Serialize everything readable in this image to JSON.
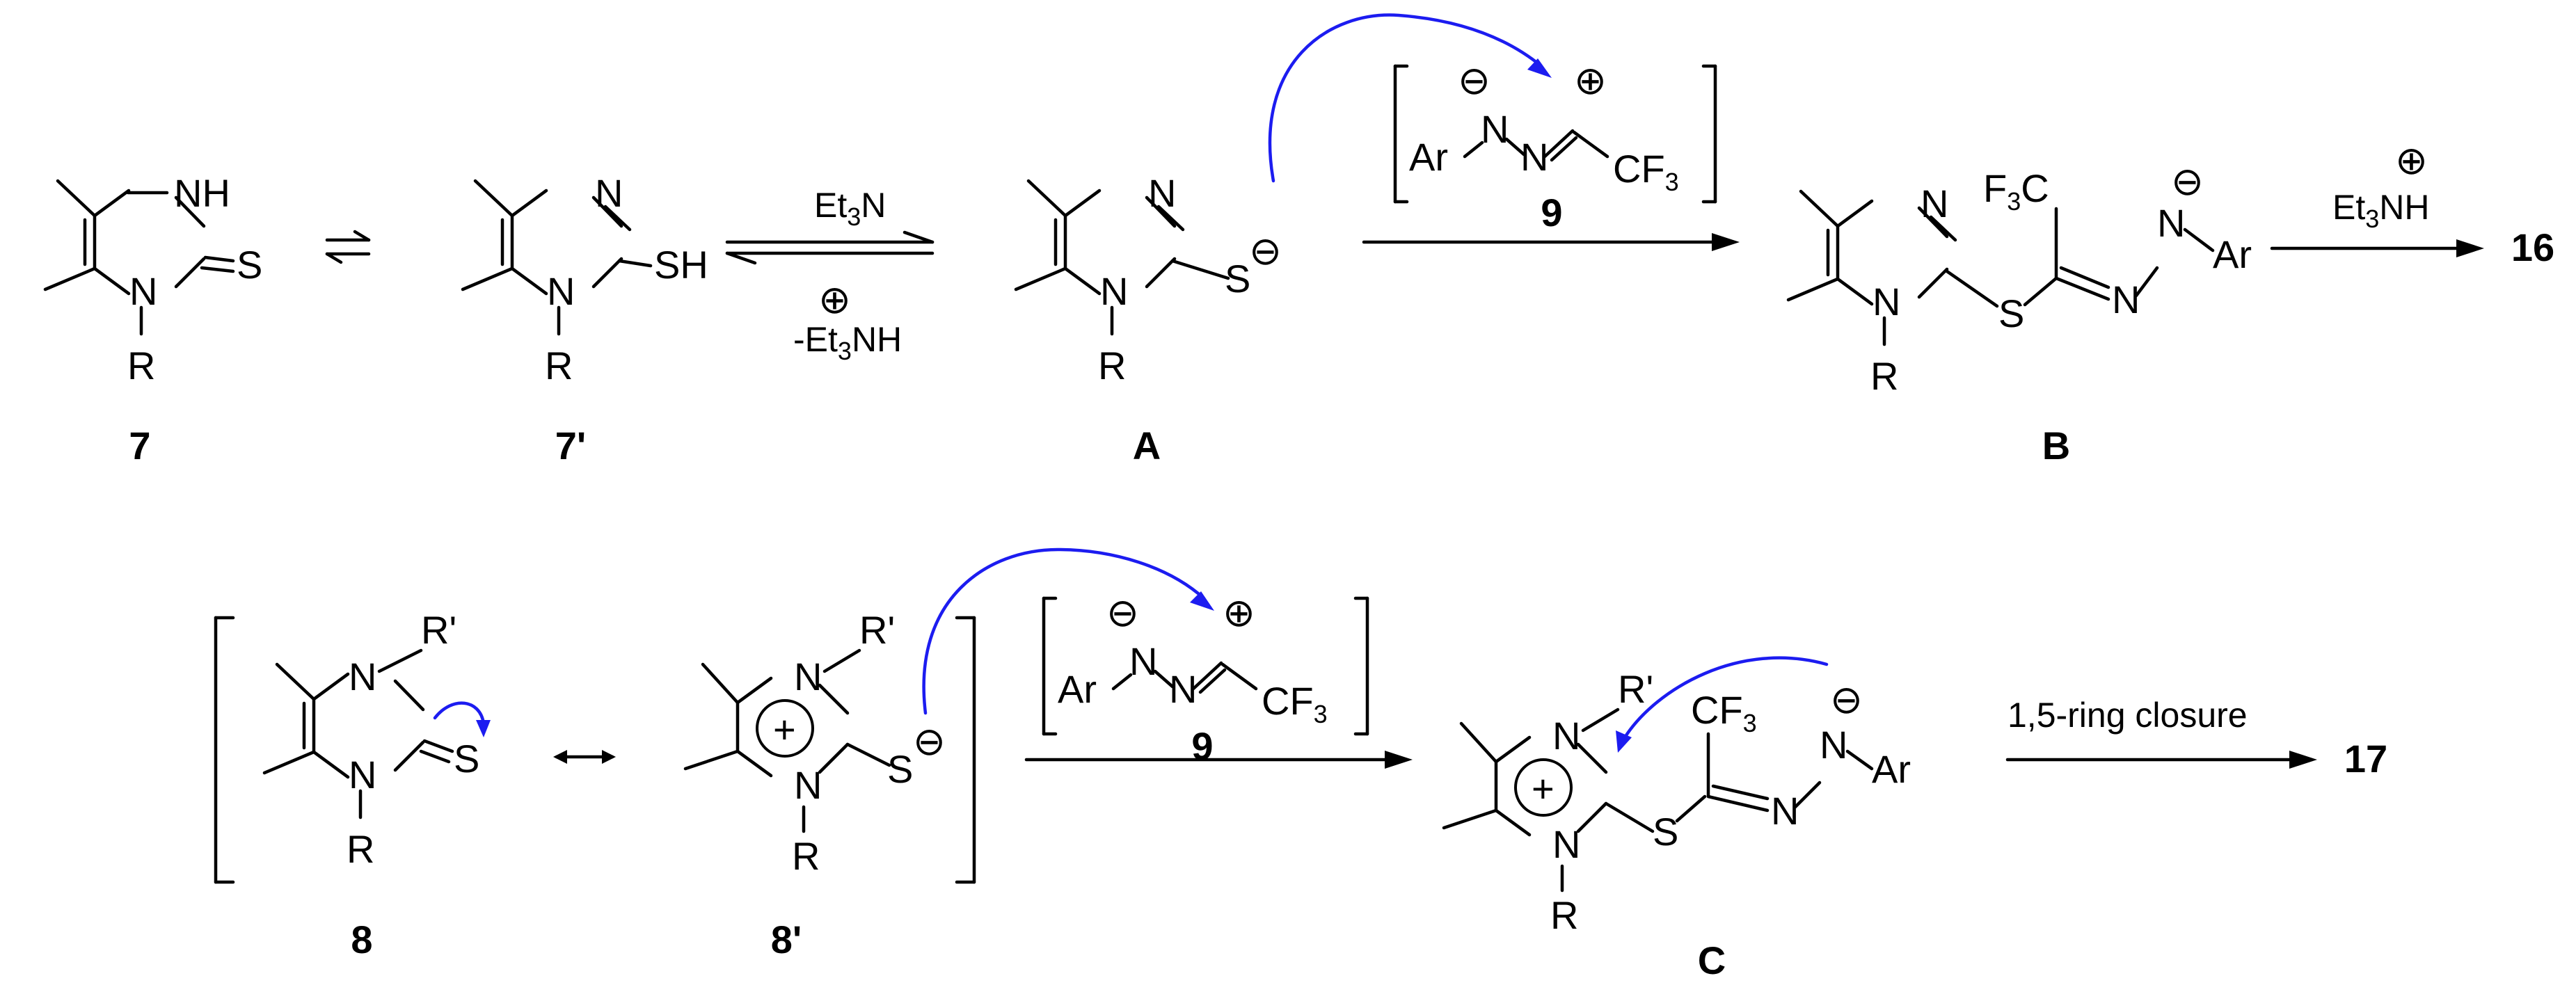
{
  "labels": {
    "c7": "7",
    "c7p": "7'",
    "cA": "A",
    "cB": "B",
    "c16": "16",
    "c8": "8",
    "c8p": "8'",
    "cC": "C",
    "c17": "17",
    "c9": "9"
  },
  "atoms": {
    "N": "N",
    "NH": "NH",
    "S": "S",
    "SH": "SH",
    "R": "R",
    "R_prime": "R'",
    "Ar": "Ar",
    "CF": "CF",
    "F3C_F": "F",
    "C": "C",
    "three": "3"
  },
  "charges": {
    "minus": "⊖",
    "plus": "⊕",
    "plus_plain": "+"
  },
  "reagents": {
    "et": "Et",
    "three": "3",
    "n": "N",
    "nh": "NH",
    "dash_et": "-Et",
    "ring_closure": "1,5-ring closure"
  }
}
